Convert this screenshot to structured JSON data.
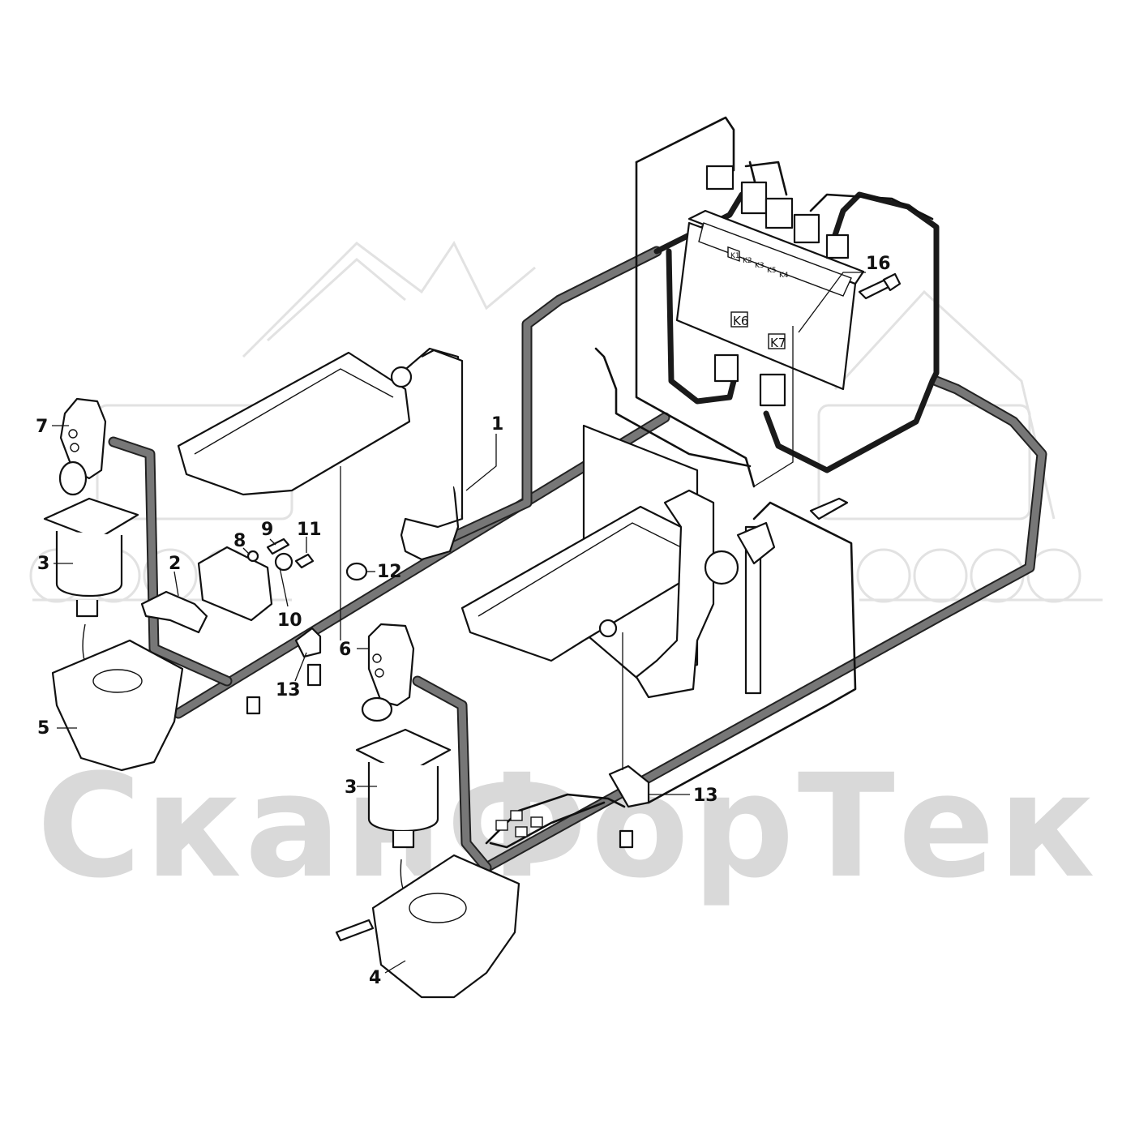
{
  "watermark": {
    "text": "СканФорТек"
  },
  "callouts": [
    {
      "id": "1",
      "label": "1"
    },
    {
      "id": "2",
      "label": "2"
    },
    {
      "id": "3a",
      "label": "3"
    },
    {
      "id": "3b",
      "label": "3"
    },
    {
      "id": "4",
      "label": "4"
    },
    {
      "id": "5",
      "label": "5"
    },
    {
      "id": "6",
      "label": "6"
    },
    {
      "id": "7",
      "label": "7"
    },
    {
      "id": "8",
      "label": "8"
    },
    {
      "id": "9",
      "label": "9"
    },
    {
      "id": "10",
      "label": "10"
    },
    {
      "id": "11",
      "label": "11"
    },
    {
      "id": "12",
      "label": "12"
    },
    {
      "id": "13a",
      "label": "13"
    },
    {
      "id": "13b",
      "label": "13"
    },
    {
      "id": "16",
      "label": "16"
    }
  ],
  "control_unit": {
    "relays": [
      "K1",
      "K2",
      "K3",
      "K5",
      "K4"
    ],
    "sockets": [
      "K6",
      "K7"
    ]
  },
  "colors": {
    "line": "#111111",
    "cable_sheath": "#777777",
    "watermark": "#d9d9d9"
  }
}
